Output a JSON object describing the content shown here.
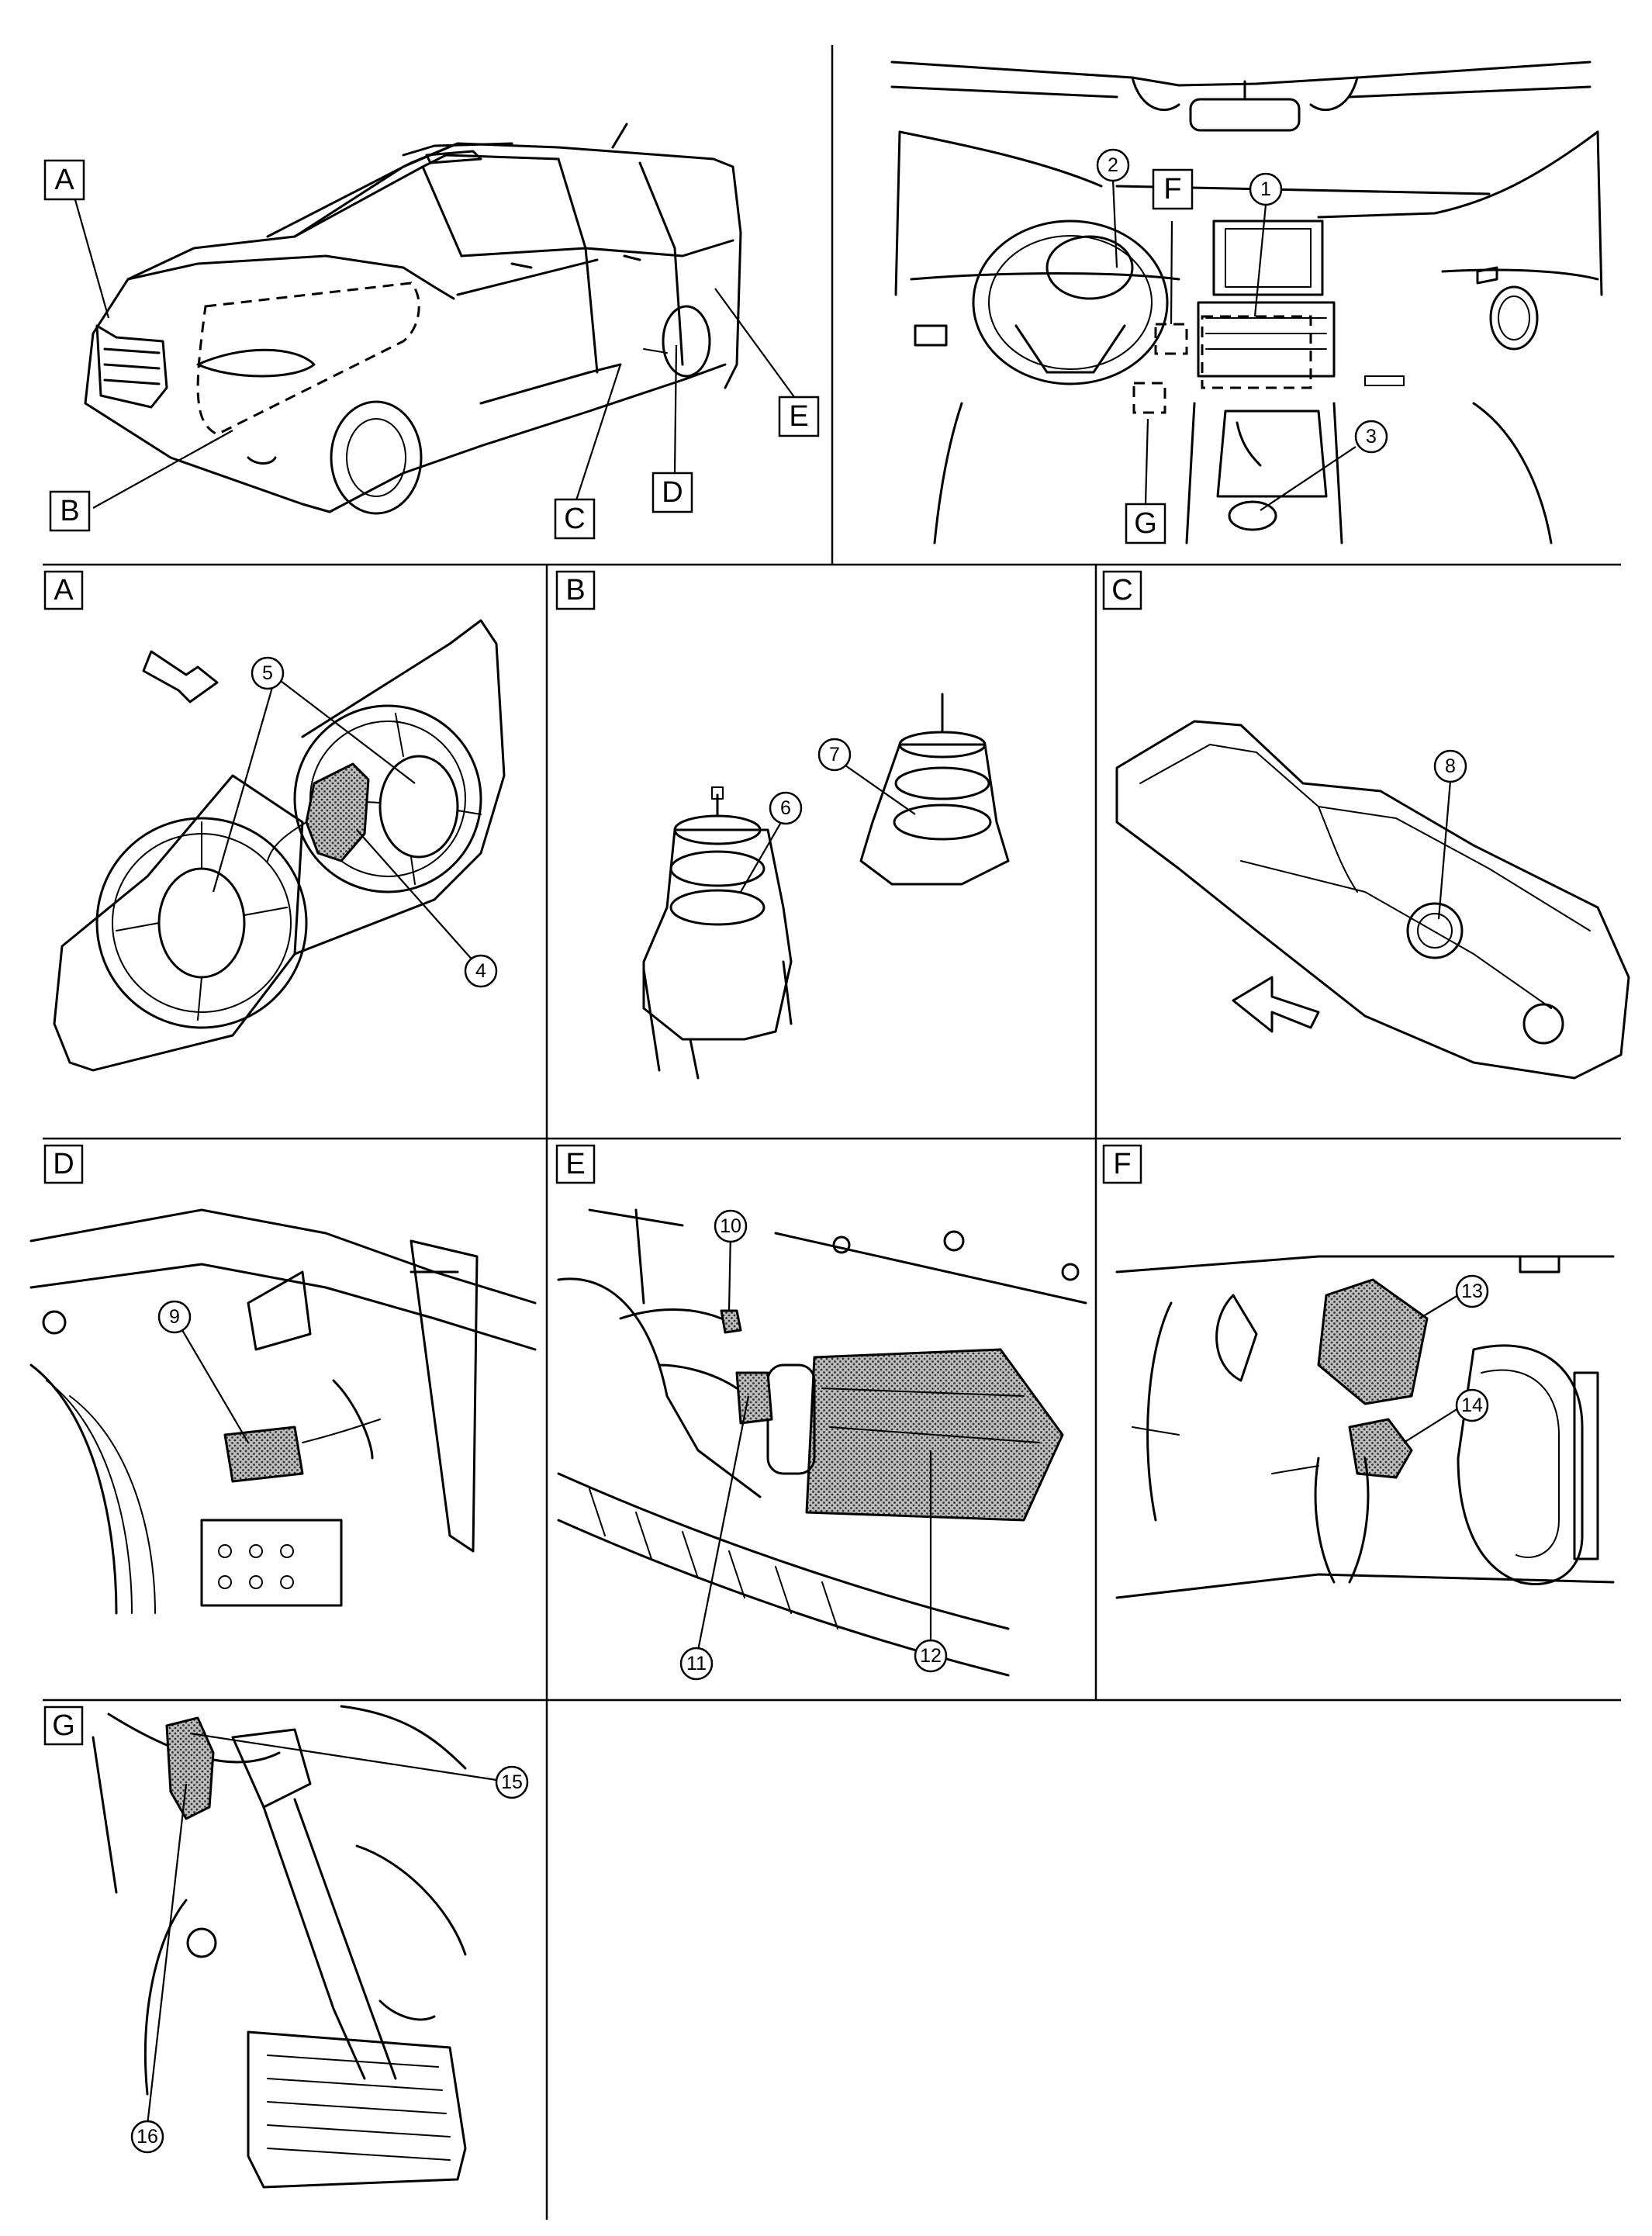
{
  "overview_labels": {
    "a": "A",
    "b": "B",
    "c": "C",
    "d": "D",
    "e": "E",
    "f": "F",
    "g": "G"
  },
  "panels": [
    {
      "id": "A",
      "label": "A",
      "parts": [
        "5",
        "5",
        "4"
      ]
    },
    {
      "id": "B",
      "label": "B",
      "parts": [
        "6",
        "7"
      ]
    },
    {
      "id": "C",
      "label": "C",
      "parts": [
        "8"
      ]
    },
    {
      "id": "D",
      "label": "D",
      "parts": [
        "9"
      ]
    },
    {
      "id": "E",
      "label": "E",
      "parts": [
        "10",
        "11",
        "12"
      ]
    },
    {
      "id": "F",
      "label": "F",
      "parts": [
        "13",
        "14"
      ]
    },
    {
      "id": "G",
      "label": "G",
      "parts": [
        "15",
        "16"
      ]
    }
  ],
  "dashboard_parts": [
    "1",
    "2",
    "3"
  ],
  "colors": {
    "line": "#000000",
    "highlight": "#555555",
    "background": "#ffffff"
  }
}
